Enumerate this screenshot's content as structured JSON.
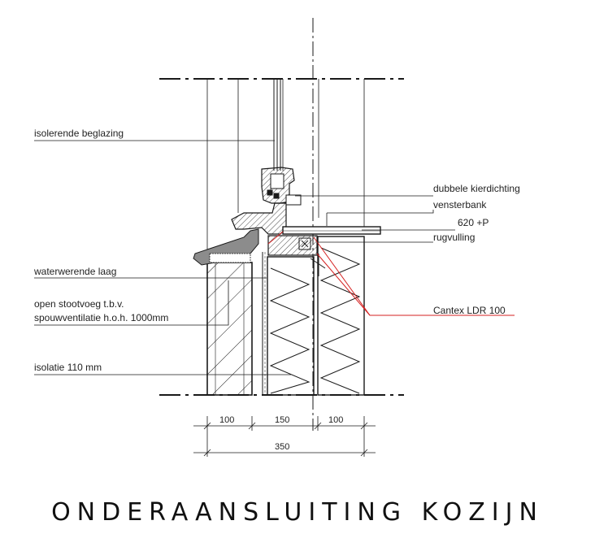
{
  "title": "ONDERAANSLUITING KOZIJN",
  "labels": {
    "isolerende_beglazing": "isolerende beglazing",
    "dubbele_kierdichting": "dubbele kierdichting",
    "vensterbank": "vensterbank",
    "peil": "620 +P",
    "rugvulling": "rugvulling",
    "waterwerende_laag": "waterwerende laag",
    "open_stootvoeg_1": "open stootvoeg t.b.v.",
    "open_stootvoeg_2": "spouwventilatie h.o.h. 1000mm",
    "cantex": "Cantex LDR 100",
    "isolatie": "isolatie 110 mm"
  },
  "dimensions": {
    "outer_leaf": "100",
    "cavity": "150",
    "inner_leaf": "100",
    "total": "350"
  },
  "colors": {
    "line": "#1a1a1a",
    "accent_red": "#d42020",
    "sill_gray": "#8c8c8c"
  }
}
